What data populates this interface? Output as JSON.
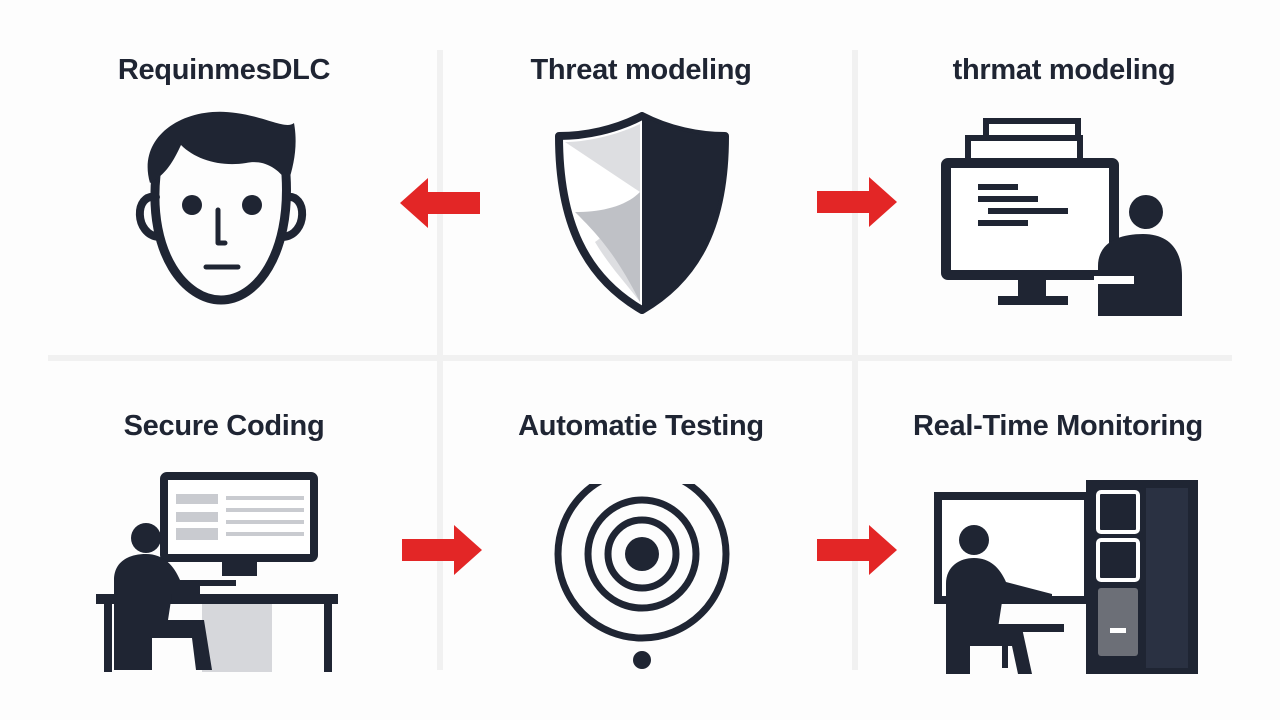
{
  "steps": [
    {
      "title": "RequinmesDLC",
      "icon": "person-face-icon"
    },
    {
      "title": "Threat modeling",
      "icon": "shield-icon"
    },
    {
      "title": "thrmat modeling",
      "icon": "computer-user-icon"
    },
    {
      "title": "Secure Coding",
      "icon": "developer-desk-icon"
    },
    {
      "title": "Automatie Testing",
      "icon": "target-icon"
    },
    {
      "title": "Real-Time Monitoring",
      "icon": "server-monitoring-icon"
    }
  ],
  "colors": {
    "ink": "#1f2533",
    "accent": "#e32626",
    "muted": "#c9cbd0"
  }
}
